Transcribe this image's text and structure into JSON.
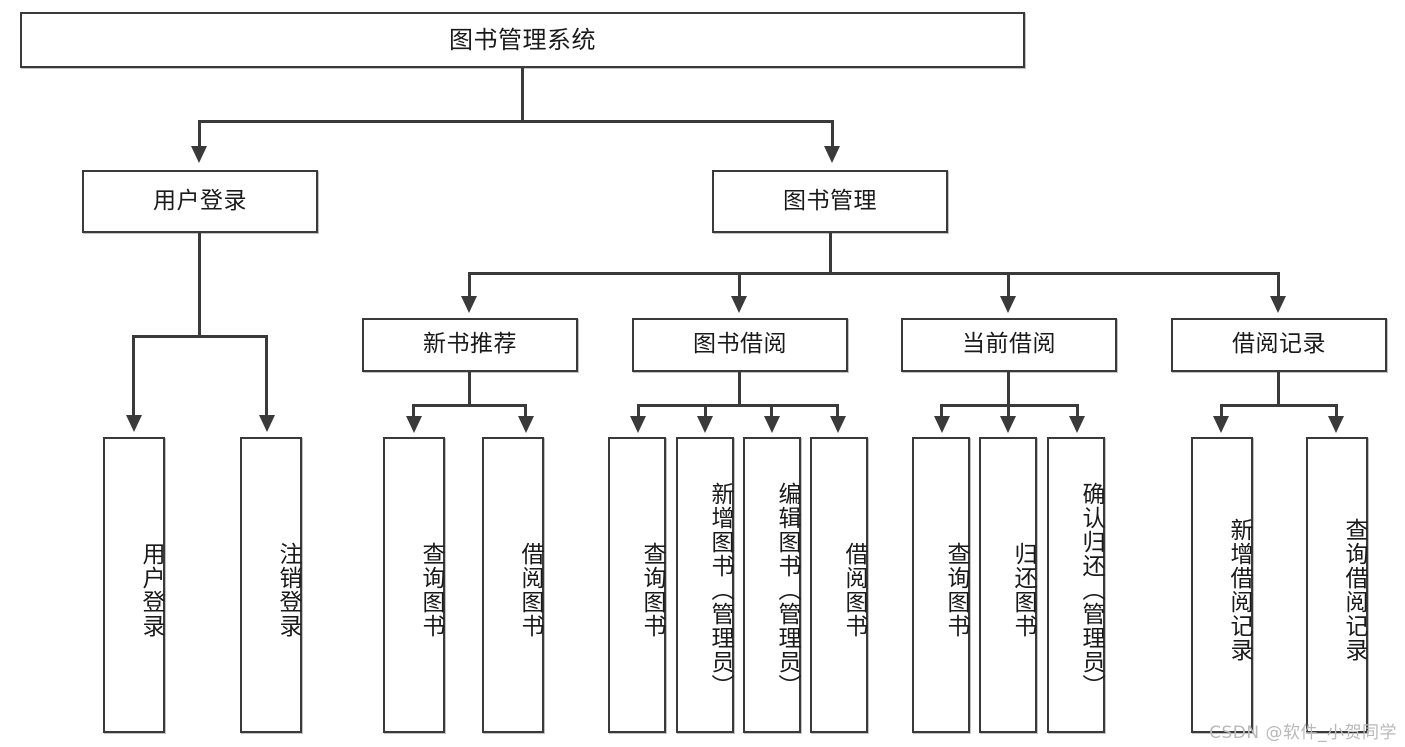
{
  "diagram": {
    "type": "tree",
    "title": "图书管理系统",
    "watermark": "CSDN @软件_小贺同学",
    "root": {
      "id": "root",
      "label": "图书管理系统"
    },
    "level1": [
      {
        "id": "user-login",
        "label": "用户登录"
      },
      {
        "id": "book-manage",
        "label": "图书管理"
      }
    ],
    "level2": [
      {
        "id": "new-book-rec",
        "label": "新书推荐",
        "parent": "book-manage"
      },
      {
        "id": "book-borrow",
        "label": "图书借阅",
        "parent": "book-manage"
      },
      {
        "id": "current-borrow",
        "label": "当前借阅",
        "parent": "book-manage"
      },
      {
        "id": "borrow-record",
        "label": "借阅记录",
        "parent": "book-manage"
      }
    ],
    "leaves": [
      {
        "id": "leaf-user-login",
        "label": "用户登录",
        "parent": "user-login"
      },
      {
        "id": "leaf-user-logout",
        "label": "注销登录",
        "parent": "user-login"
      },
      {
        "id": "leaf-rec-query",
        "label": "查询图书",
        "parent": "new-book-rec"
      },
      {
        "id": "leaf-rec-borrow",
        "label": "借阅图书",
        "parent": "new-book-rec"
      },
      {
        "id": "leaf-borrow-query",
        "label": "查询图书",
        "parent": "book-borrow"
      },
      {
        "id": "leaf-borrow-add",
        "label": "新增图书（管理员）",
        "parent": "book-borrow"
      },
      {
        "id": "leaf-borrow-edit",
        "label": "编辑图书（管理员）",
        "parent": "book-borrow"
      },
      {
        "id": "leaf-borrow-lend",
        "label": "借阅图书",
        "parent": "book-borrow"
      },
      {
        "id": "leaf-cur-query",
        "label": "查询图书",
        "parent": "current-borrow"
      },
      {
        "id": "leaf-cur-return",
        "label": "归还图书",
        "parent": "current-borrow"
      },
      {
        "id": "leaf-cur-confirm",
        "label": "确认归还（管理员）",
        "parent": "current-borrow"
      },
      {
        "id": "leaf-rec-add",
        "label": "新增借阅记录",
        "parent": "borrow-record"
      },
      {
        "id": "leaf-rec-query-record",
        "label": "查询借阅记录",
        "parent": "borrow-record"
      }
    ],
    "colors": {
      "stroke": "#3a3a3a",
      "fill": "#ffffff",
      "text": "#1a1a1a",
      "watermark": "#b9b9b9"
    }
  }
}
